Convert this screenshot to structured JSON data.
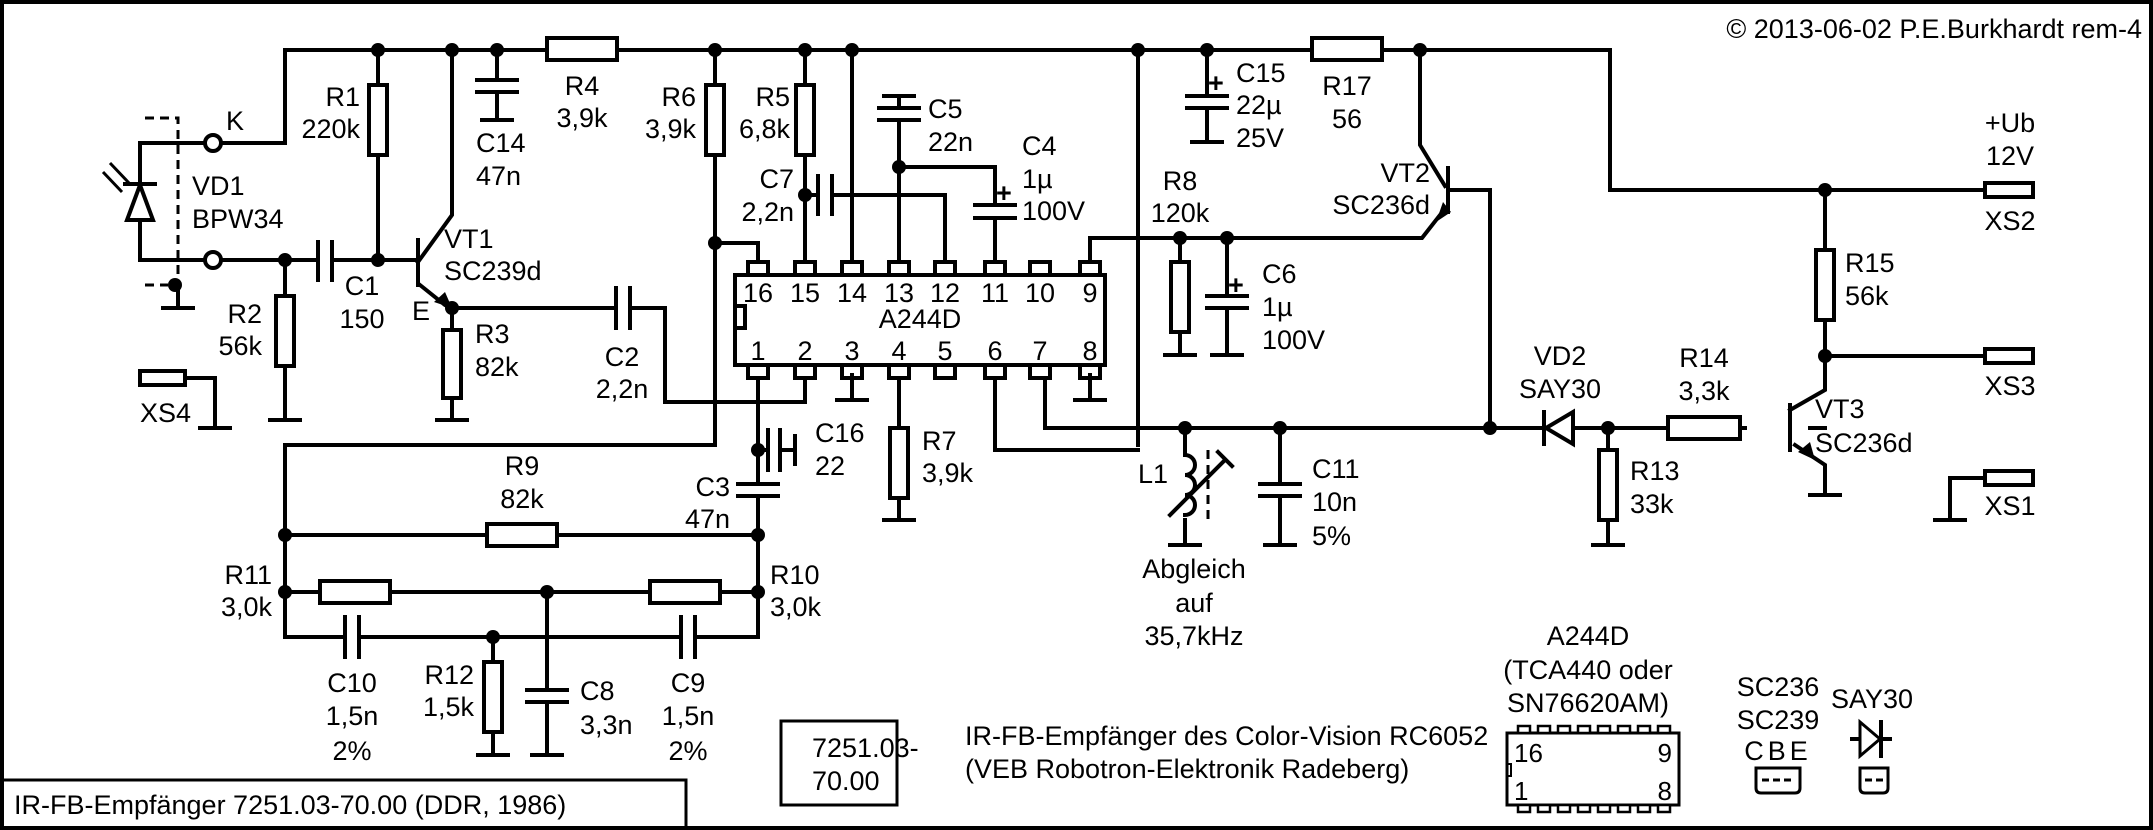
{
  "copyright": "© 2013-06-02 P.E.Burkhardt rem-4",
  "title_block": "IR-FB-Empfänger 7251.03-70.00 (DDR, 1986)",
  "doc_number": {
    "line1": "7251.03-",
    "line2": "70.00"
  },
  "description": {
    "line1": "IR-FB-Empfänger des Color-Vision RC6052",
    "line2": "(VEB Robotron-Elektronik Radeberg)"
  },
  "components": {
    "VD1": {
      "ref": "VD1",
      "value": "BPW34",
      "pin_k": "K"
    },
    "VD2": {
      "ref": "VD2",
      "value": "SAY30"
    },
    "VT1": {
      "ref": "VT1",
      "value": "SC239d",
      "pin_e": "E"
    },
    "VT2": {
      "ref": "VT2",
      "value": "SC236d"
    },
    "VT3": {
      "ref": "VT3",
      "value": "SC236d"
    },
    "R1": {
      "ref": "R1",
      "value": "220k"
    },
    "R2": {
      "ref": "R2",
      "value": "56k"
    },
    "R3": {
      "ref": "R3",
      "value": "82k"
    },
    "R4": {
      "ref": "R4",
      "value": "3,9k"
    },
    "R5": {
      "ref": "R5",
      "value": "6,8k"
    },
    "R6": {
      "ref": "R6",
      "value": "3,9k"
    },
    "R7": {
      "ref": "R7",
      "value": "3,9k"
    },
    "R8": {
      "ref": "R8",
      "value": "120k"
    },
    "R9": {
      "ref": "R9",
      "value": "82k"
    },
    "R10": {
      "ref": "R10",
      "value": "3,0k"
    },
    "R11": {
      "ref": "R11",
      "value": "3,0k"
    },
    "R12": {
      "ref": "R12",
      "value": "1,5k"
    },
    "R13": {
      "ref": "R13",
      "value": "33k"
    },
    "R14": {
      "ref": "R14",
      "value": "3,3k"
    },
    "R15": {
      "ref": "R15",
      "value": "56k"
    },
    "R17": {
      "ref": "R17",
      "value": "56"
    },
    "C1": {
      "ref": "C1",
      "value": "150"
    },
    "C2": {
      "ref": "C2",
      "value": "2,2n"
    },
    "C3": {
      "ref": "C3",
      "value": "47n"
    },
    "C4": {
      "ref": "C4",
      "value": "1µ",
      "rating": "100V"
    },
    "C5": {
      "ref": "C5",
      "value": "22n"
    },
    "C6": {
      "ref": "C6",
      "value": "1µ",
      "rating": "100V"
    },
    "C7": {
      "ref": "C7",
      "value": "2,2n"
    },
    "C8": {
      "ref": "C8",
      "value": "3,3n"
    },
    "C9": {
      "ref": "C9",
      "value": "1,5n",
      "tol": "2%"
    },
    "C10": {
      "ref": "C10",
      "value": "1,5n",
      "tol": "2%"
    },
    "C11": {
      "ref": "C11",
      "value": "10n",
      "tol": "5%"
    },
    "C14": {
      "ref": "C14",
      "value": "47n"
    },
    "C15": {
      "ref": "C15",
      "value": "22µ",
      "rating": "25V"
    },
    "C16": {
      "ref": "C16",
      "value": "22"
    },
    "L1": {
      "ref": "L1",
      "note1": "Abgleich",
      "note2": "auf",
      "note3": "35,7kHz"
    }
  },
  "ic": {
    "name": "A244D",
    "pins_top": [
      "16",
      "15",
      "14",
      "13",
      "12",
      "11",
      "10",
      "9"
    ],
    "pins_bottom": [
      "1",
      "2",
      "3",
      "4",
      "5",
      "6",
      "7",
      "8"
    ]
  },
  "connectors": {
    "XS1": "XS1",
    "XS2": "XS2",
    "XS3": "XS3",
    "XS4": "XS4",
    "supply_label": "+Ub",
    "supply_voltage": "12V"
  },
  "legend": {
    "ic_title": "A244D",
    "ic_alt1": "(TCA440 oder",
    "ic_alt2": "SN76620AM)",
    "ic_pin16": "16",
    "ic_pin9": "9",
    "ic_pin1": "1",
    "ic_pin8": "8",
    "transistors1": "SC236",
    "transistors2": "SC239",
    "transistor_pins": "CBE",
    "diode": "SAY30"
  }
}
